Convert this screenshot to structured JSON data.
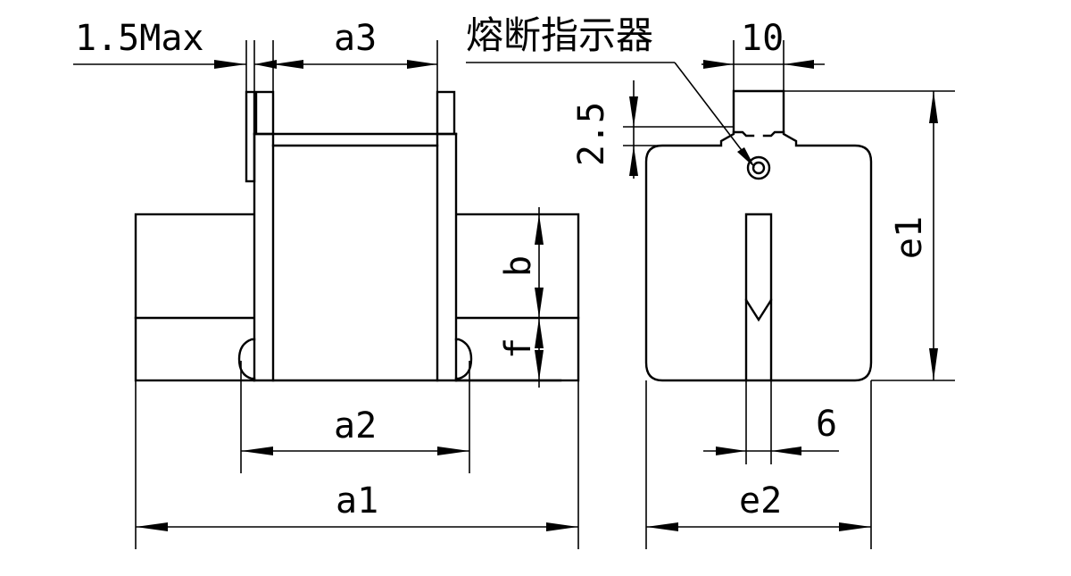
{
  "labels": {
    "max_thickness": "1.5Max",
    "a3": "a3",
    "indicator": "熔断指示器",
    "dim_10": "10",
    "dim_2_5": "2.5",
    "b": "b",
    "f": "f",
    "e1": "e1",
    "a2": "a2",
    "a1": "a1",
    "dim_6": "6",
    "e2": "e2"
  }
}
